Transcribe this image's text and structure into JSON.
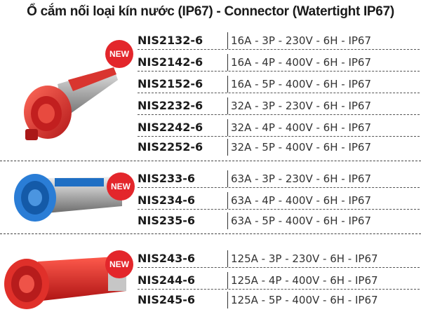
{
  "title": "Ổ cắm nối loại kín nước (IP67) - Connector (Watertight IP67)",
  "badge": "NEW",
  "groups": [
    {
      "color": "#d9352f",
      "items": [
        {
          "code": "NIS2132-6",
          "spec": "16A - 3P - 230V - 6H - IP67"
        },
        {
          "code": "NIS2142-6",
          "spec": "16A - 4P - 400V - 6H - IP67"
        },
        {
          "code": "NIS2152-6",
          "spec": "16A - 5P - 400V - 6H - IP67"
        },
        {
          "code": "NIS2232-6",
          "spec": "32A - 3P - 230V - 6H - IP67"
        },
        {
          "code": "NIS2242-6",
          "spec": "32A - 4P - 400V - 6H - IP67"
        },
        {
          "code": "NIS2252-6",
          "spec": "32A - 5P - 400V - 6H - IP67"
        }
      ]
    },
    {
      "color": "#1f6fc4",
      "items": [
        {
          "code": "NIS233-6",
          "spec": "63A - 3P - 230V - 6H - IP67"
        },
        {
          "code": "NIS234-6",
          "spec": "63A - 4P - 400V - 6H - IP67"
        },
        {
          "code": "NIS235-6",
          "spec": "63A - 5P - 400V - 6H - IP67"
        }
      ]
    },
    {
      "color": "#e0302a",
      "items": [
        {
          "code": "NIS243-6",
          "spec": "125A - 3P - 230V - 6H - IP67"
        },
        {
          "code": "NIS244-6",
          "spec": "125A - 4P - 400V - 6H - IP67"
        },
        {
          "code": "NIS245-6",
          "spec": "125A - 5P - 400V - 6H - IP67"
        }
      ]
    }
  ]
}
